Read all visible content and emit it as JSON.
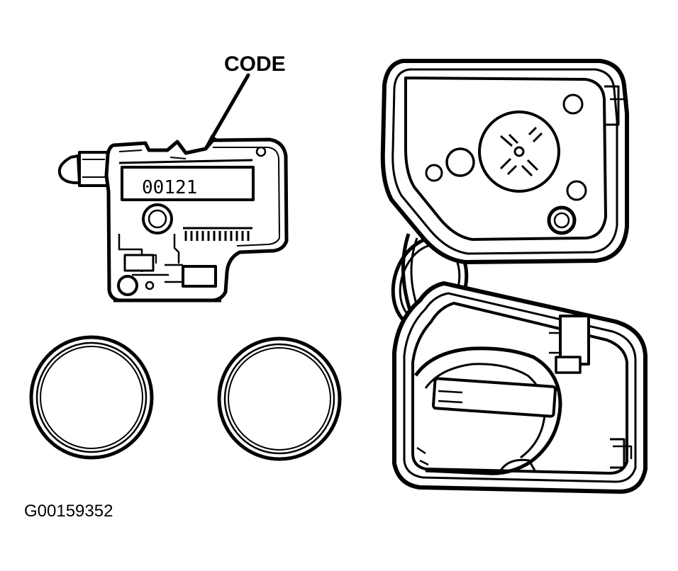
{
  "callout": {
    "label": "CODE"
  },
  "module": {
    "code_value": "00121"
  },
  "figure": {
    "id": "G00159352"
  }
}
